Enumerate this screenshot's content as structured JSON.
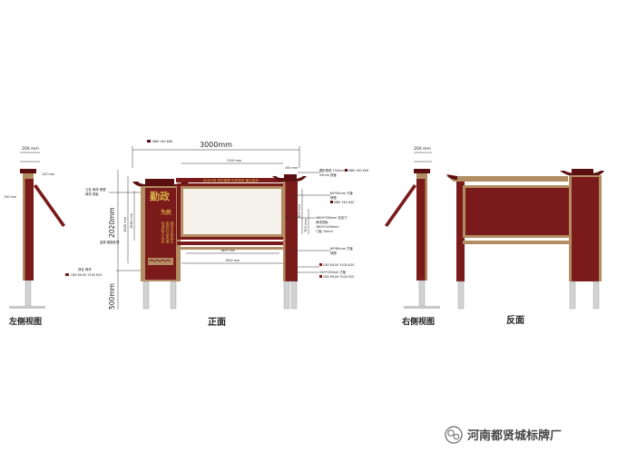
{
  "colors": {
    "panel": "#7a1a1a",
    "roof": "#5a1010",
    "wood": "#b28c62",
    "board": "#f4f1ea",
    "metal": "#d2d2d2",
    "gold": "#d9b04a"
  },
  "views": {
    "left": "左侧视图",
    "front": "正面",
    "right": "右侧视图",
    "back": "反面"
  },
  "dimensions": {
    "total_width": "3000mm",
    "main_height": "2020mm",
    "base_height": "500mm",
    "side_width_left": "200 mm",
    "side_width_right": "200 mm",
    "inner_width": "2190 mm",
    "lower_width": "1900 mm",
    "bottom_width": "1800 mm",
    "top_offset": "100 mm",
    "left_panel_height": "1940 mm",
    "left_panel_mid": "1560 mm",
    "right_mid": "900 mm",
    "right_lower": "700 mm"
  },
  "panel_text": {
    "title": "勤政",
    "sub": "为民",
    "vertical_lines": [
      "协调各方关系",
      "推进社会发展",
      "服务百姓民生"
    ],
    "header_line": "依法行政 规范管理 优质服务 廉洁高效"
  },
  "callouts": {
    "top_color": "M80 Y40 K80",
    "right_1": "圆形角铁 150mm",
    "right_1b": "50mm 铁管 ",
    "right_1c": "M80 Y40 K40",
    "right_2": "60*50mm 方管",
    "right_2b": "喷塑",
    "right_2c": "M80 Y40 K40",
    "right_3": "1800*780mm 亚克力",
    "right_3b": "烤漆铁板 ",
    "right_3c": "门板 10mm",
    "right_3d": "1800*1400mm",
    "right_4": "60*80mm 方管",
    "right_4b": "喷塑",
    "right_5": "C80 M100 Y100 K20",
    "right_6": "150*150mm 方管",
    "right_6b": "C80 M100 Y100 K20",
    "left_1": "立柱 烤漆 喷塑",
    "left_2": "烤漆 铁板",
    "left_3": "金属 粗糙处理",
    "left_4": "C80 M100 Y100 K20",
    "left_5": "双柱 烤漆",
    "side_top": "120 mm",
    "side_mid": "130 mm"
  },
  "watermark": "河南都贤城标牌厂"
}
